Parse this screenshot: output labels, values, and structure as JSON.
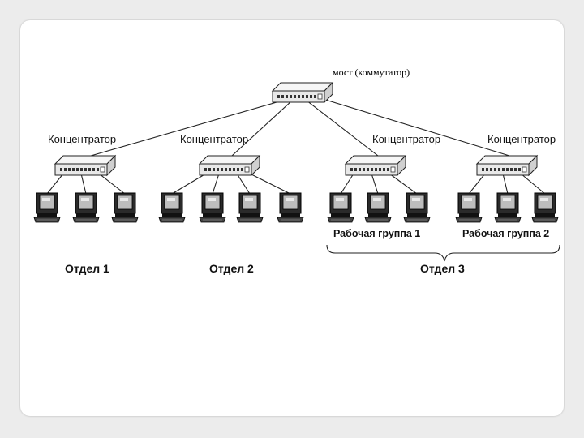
{
  "bridge": {
    "label": "мост (коммутатор)"
  },
  "hubs": [
    {
      "label": "Концентратор"
    },
    {
      "label": "Концентратор"
    },
    {
      "label": "Концентратор"
    },
    {
      "label": "Концентратор"
    }
  ],
  "workgroups": [
    {
      "label": "Рабочая группа 1"
    },
    {
      "label": "Рабочая группа 2"
    }
  ],
  "departments": [
    {
      "label": "Отдел 1"
    },
    {
      "label": "Отдел 2"
    },
    {
      "label": "Отдел 3"
    }
  ]
}
